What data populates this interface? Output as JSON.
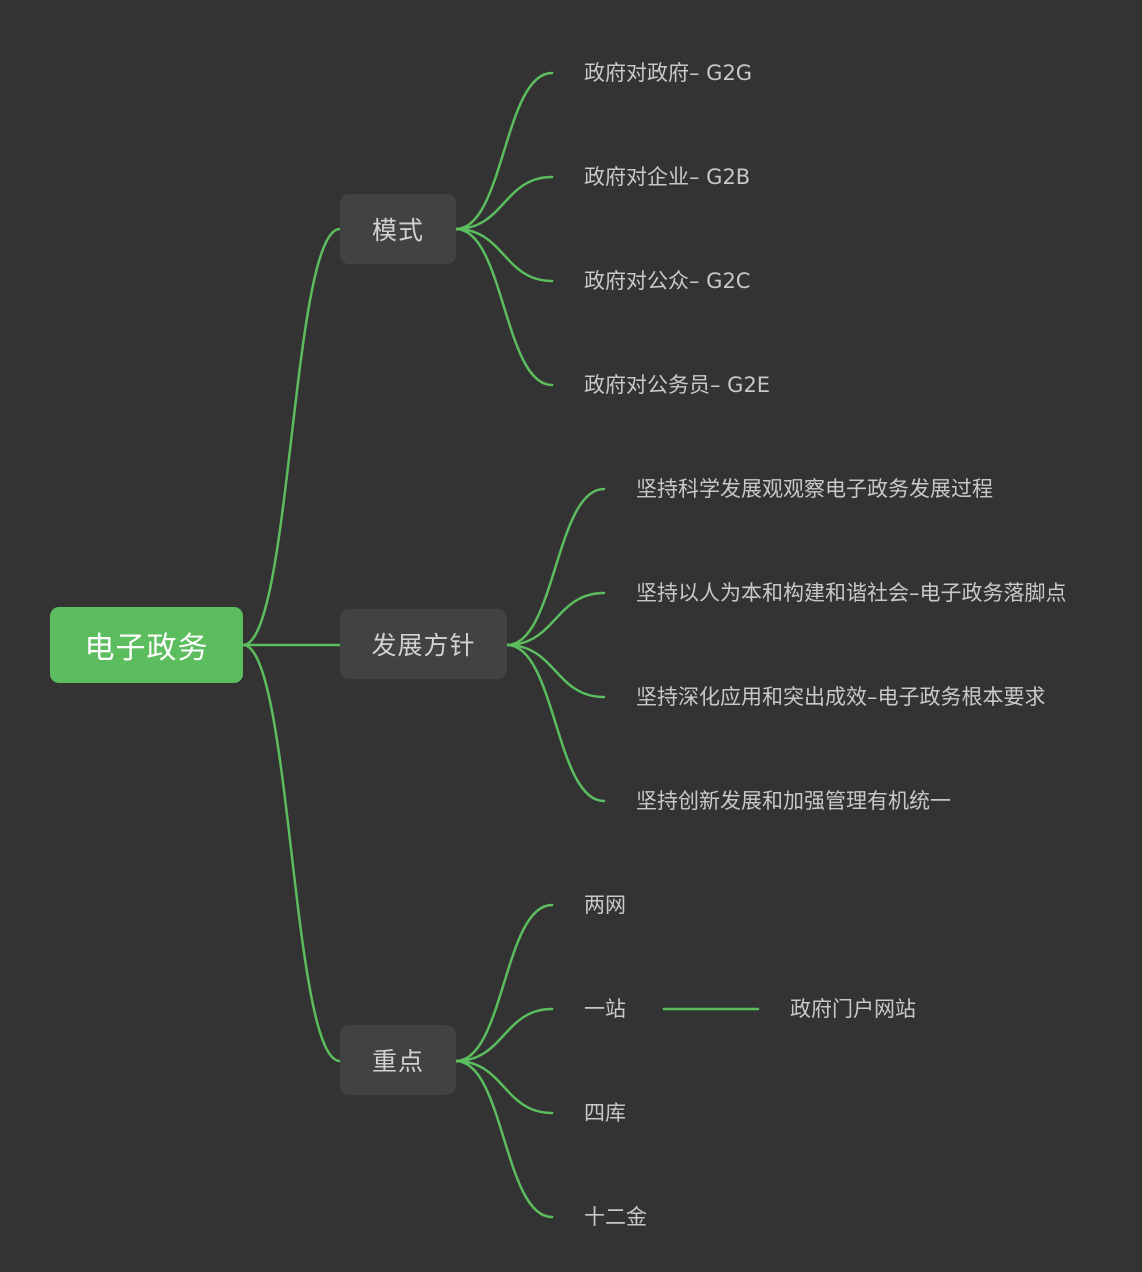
{
  "root": {
    "label": "电子政务"
  },
  "branches": [
    {
      "label": "模式",
      "children": [
        {
          "label": "政府对政府– G2G"
        },
        {
          "label": "政府对企业– G2B"
        },
        {
          "label": "政府对公众– G2C"
        },
        {
          "label": "政府对公务员– G2E"
        }
      ]
    },
    {
      "label": "发展方针",
      "children": [
        {
          "label": "坚持科学发展观观察电子政务发展过程"
        },
        {
          "label": "坚持以人为本和构建和谐社会–电子政务落脚点"
        },
        {
          "label": "坚持深化应用和突出成效–电子政务根本要求"
        },
        {
          "label": "坚持创新发展和加强管理有机统一"
        }
      ]
    },
    {
      "label": "重点",
      "children": [
        {
          "label": "两网"
        },
        {
          "label": "一站",
          "children": [
            {
              "label": "政府门户网站"
            }
          ]
        },
        {
          "label": "四库"
        },
        {
          "label": "十二金"
        }
      ]
    }
  ],
  "colors": {
    "background": "#333333",
    "root": "#5cbd5f",
    "branch_node": "#424242",
    "connector": "#5cbd5f"
  }
}
